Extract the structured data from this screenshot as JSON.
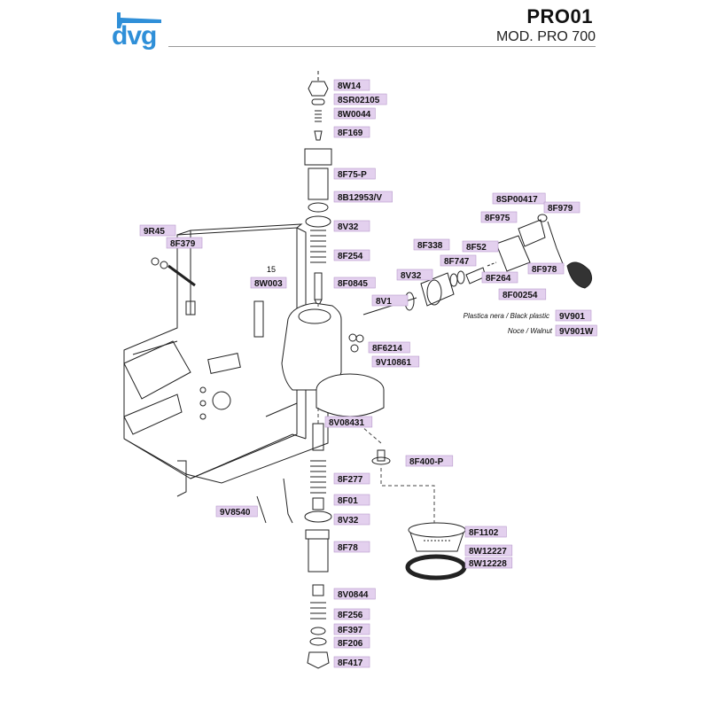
{
  "header": {
    "brand": "dvg",
    "title": "PRO01",
    "model": "MOD. PRO 700"
  },
  "diagram": {
    "annotation_number": "15",
    "parts": [
      {
        "code": "8W14"
      },
      {
        "code": "8SR02105"
      },
      {
        "code": "8W0044"
      },
      {
        "code": "8F169"
      },
      {
        "code": "8F75-P"
      },
      {
        "code": "8B12953/V"
      },
      {
        "code": "8V32"
      },
      {
        "code": "8F254"
      },
      {
        "code": "8F0845"
      },
      {
        "code": "8W003"
      },
      {
        "code": "9R45"
      },
      {
        "code": "8F379"
      },
      {
        "code": "8V1"
      },
      {
        "code": "8F6214"
      },
      {
        "code": "9V10861"
      },
      {
        "code": "8V32"
      },
      {
        "code": "8F338"
      },
      {
        "code": "8F747"
      },
      {
        "code": "8F52"
      },
      {
        "code": "8F264"
      },
      {
        "code": "8F00254"
      },
      {
        "code": "8SP00417"
      },
      {
        "code": "8F979"
      },
      {
        "code": "8F975"
      },
      {
        "code": "8F978"
      },
      {
        "code": "9V901",
        "note": "Plastica nera / Black plastic"
      },
      {
        "code": "9V901W",
        "note": "Noce / Walnut"
      },
      {
        "code": "8V08431"
      },
      {
        "code": "8F400-P"
      },
      {
        "code": "8F277"
      },
      {
        "code": "8F01"
      },
      {
        "code": "9V8540"
      },
      {
        "code": "8V32"
      },
      {
        "code": "8F78"
      },
      {
        "code": "8F1102"
      },
      {
        "code": "8W12227"
      },
      {
        "code": "8W12228"
      },
      {
        "code": "8V0844"
      },
      {
        "code": "8F256"
      },
      {
        "code": "8F397"
      },
      {
        "code": "8F206"
      },
      {
        "code": "8F417"
      }
    ]
  },
  "colors": {
    "label_fill": "#e3d0ee",
    "label_stroke": "#b79acb",
    "logo_blue": "#2f8fd8",
    "line": "#222222"
  }
}
